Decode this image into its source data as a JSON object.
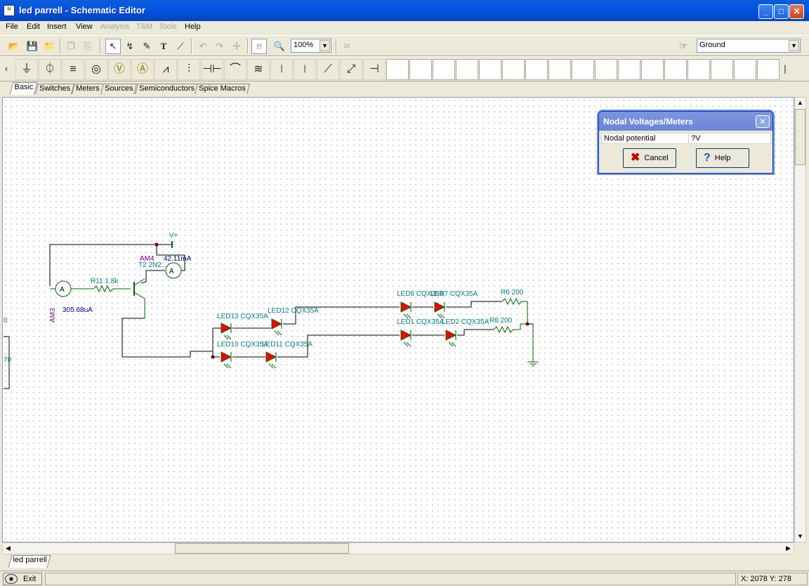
{
  "window": {
    "title": "led parrell - Schematic Editor",
    "minimize": "_",
    "maximize": "□",
    "close": "✕"
  },
  "menu": [
    {
      "label": "File"
    },
    {
      "label": "Edit"
    },
    {
      "label": "Insert"
    },
    {
      "label": "View"
    },
    {
      "label": "Analysis",
      "disabled": true
    },
    {
      "label": "T&M",
      "disabled": true
    },
    {
      "label": "Tools",
      "disabled": true
    },
    {
      "label": "Help"
    }
  ],
  "toolbar": {
    "zoom": "100%",
    "node_select": "Ground",
    "k_label": "1K"
  },
  "component_tabs": [
    "Basic",
    "Switches",
    "Meters",
    "Sources",
    "Semiconductors",
    "Spice Macros"
  ],
  "sheet_tab": "led parrell",
  "status": {
    "exit_label": "Exit",
    "coords": "X: 2078  Y: 278"
  },
  "dialog": {
    "title": "Nodal Voltages/Meters",
    "row_label": "Nodal potential",
    "row_value": "?V",
    "cancel": "Cancel",
    "help": "Help"
  },
  "schematic": {
    "vplus": "V+",
    "am4_label": "AM4",
    "am4_value": "42.11mA",
    "am3_label": "AM3",
    "am3_value": "305.68uA",
    "r11": "R11 1.8k",
    "t2": "T2 2N2...",
    "meter_glyph": "A",
    "led13": "LED13 CQX35A",
    "led12": "LED12 CQX35A",
    "led10": "LED10 CQX35A",
    "led11": "LED11 CQX35A",
    "led8": "LED8 CQX35A",
    "led7": "LED7 CQX35A",
    "led1": "LED1 CQX35A",
    "led2": "LED2 CQX35A",
    "r6": "R6 200",
    "r8": "R8 200",
    "left_edge_top": "0",
    "left_edge_mid": "70"
  },
  "colors": {
    "wire": "#000000",
    "component": "#006400",
    "led": "#ff0000",
    "label": "#008080",
    "value": "#000080",
    "meter_label": "#800080"
  }
}
